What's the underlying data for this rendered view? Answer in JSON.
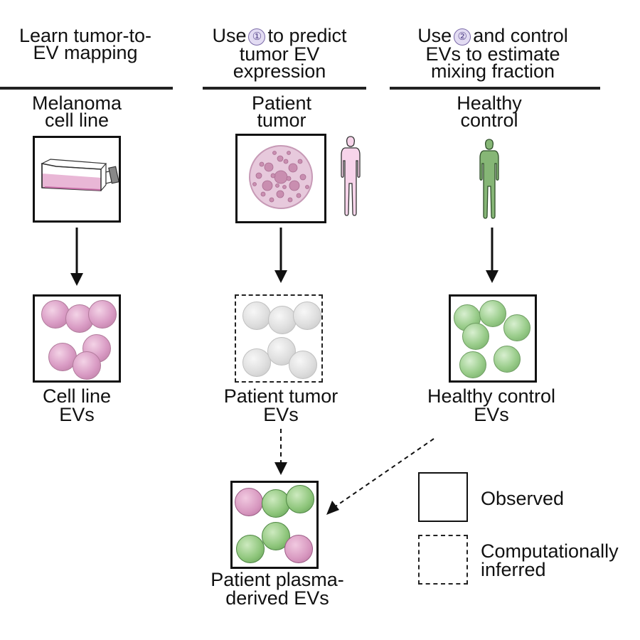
{
  "headers": {
    "col1": {
      "line1": "Learn tumor-to-",
      "line2": "EV mapping"
    },
    "col2": {
      "pre": "Use",
      "step": "①",
      "post": "to predict",
      "line2": "tumor EV",
      "line3": "expression"
    },
    "col3": {
      "pre": "Use",
      "step": "②",
      "post": "and control",
      "line2": "EVs to estimate",
      "line3": "mixing fraction"
    }
  },
  "sources": {
    "melanoma": "Melanoma\ncell line",
    "patient": "Patient\ntumor",
    "healthy": "Healthy\ncontrol"
  },
  "ev_labels": {
    "cell_line": "Cell line\nEVs",
    "patient_tumor": "Patient tumor\nEVs",
    "healthy_control": "Healthy control\nEVs",
    "patient_plasma": "Patient plasma-\nderived EVs"
  },
  "legend": {
    "observed": "Observed",
    "inferred": "Computationally\ninferred"
  },
  "colors": {
    "tumor_pink": "#d99bc4",
    "control_green": "#99cc8a",
    "inferred_grey": "#dedede"
  }
}
